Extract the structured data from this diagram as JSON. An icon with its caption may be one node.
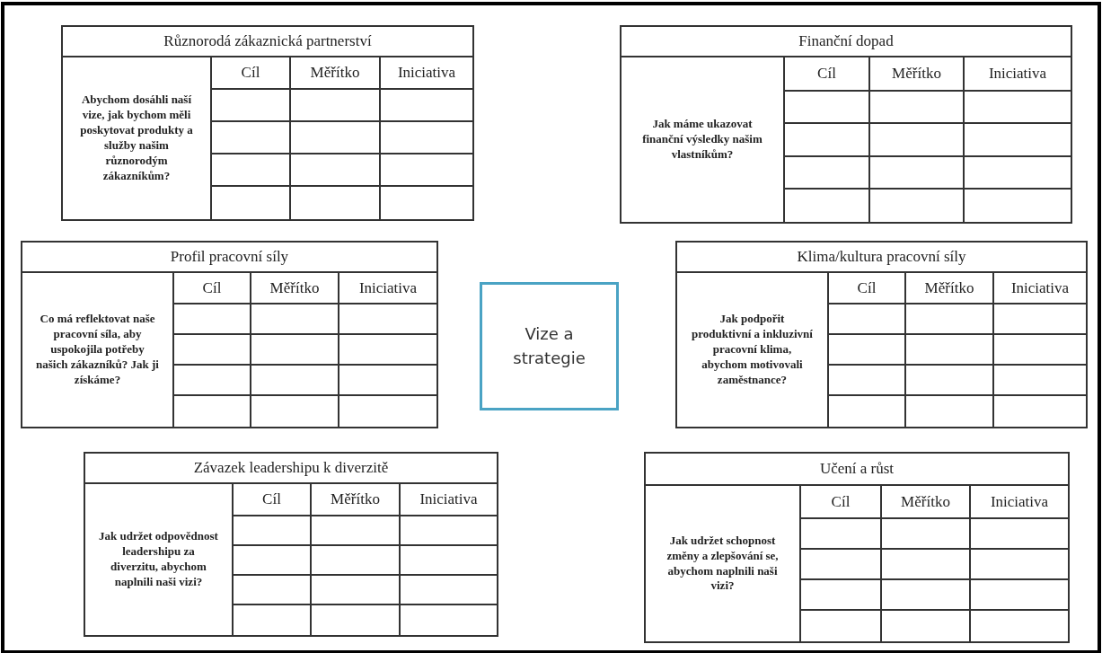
{
  "diagram": {
    "nodes": [
      {
        "text": [
          "Různorodá zákaznická partnerství",
          "Abychom dosáhli naší vize, jak bychom měli poskytovat produkty a služby našim různorodým zákazníkům?",
          "Cíl",
          "Měřítko",
          "Iniciativa"
        ]
      },
      {
        "text": [
          "Finanční dopad",
          "Jak máme ukazovat finanční výsledky našim vlastníkům?",
          "Cíl",
          "Měřítko",
          "Iniciativa"
        ]
      },
      {
        "text": [
          "Profil pracovní síly",
          "Co má reflektovat naše pracovní síla, aby uspokojila potřeby našich zákazníků? Jak ji získáme?",
          "Cíl",
          "Měřítko",
          "Iniciativa"
        ]
      },
      {
        "text": [
          "Vize a strategie"
        ]
      },
      {
        "text": [
          "Klima/kultura pracovní síly",
          "Jak podpořit produktivní a inkluzivní pracovní klima, abychom motivovali zaměstnance?",
          "Cíl",
          "Měřítko",
          "Iniciativa"
        ]
      },
      {
        "text": [
          "Závazek leadershipu k diverzitě",
          "Jak udržet odpovědnost leadershipu za diverzitu, abychom naplnili naši vizi?",
          "Cíl",
          "Měřítko",
          "Iniciativa"
        ]
      },
      {
        "text": [
          "Učení a růst",
          "Jak udržet schopnost změny a zlepšování se, abychom naplnili naši vizi?",
          "Cíl",
          "Měřítko",
          "Iniciativa"
        ]
      }
    ]
  }
}
